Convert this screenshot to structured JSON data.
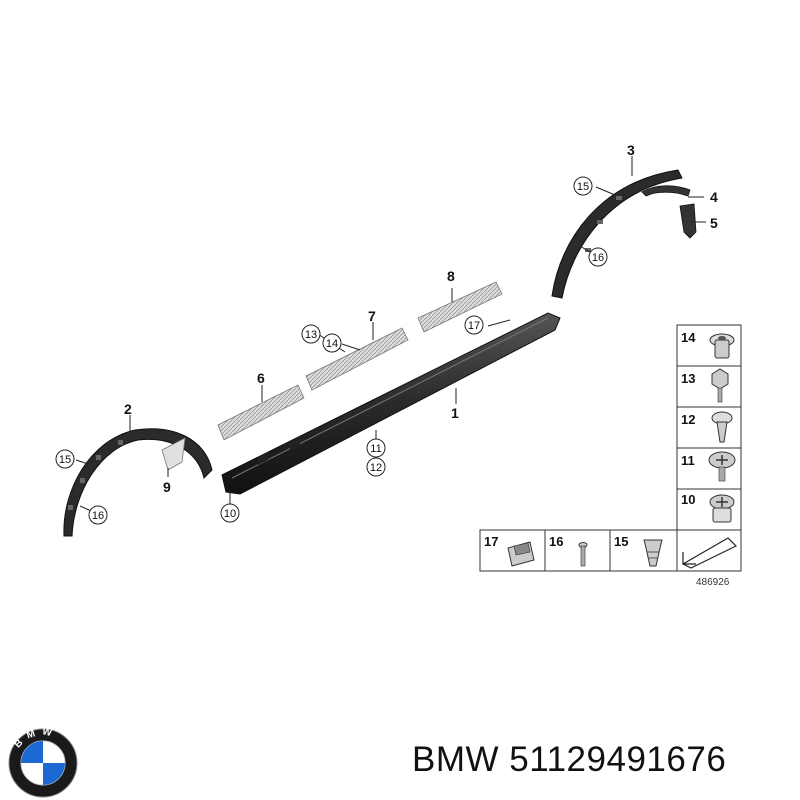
{
  "diagram": {
    "callouts": {
      "c1": "1",
      "c2": "2",
      "c3": "3",
      "c4": "4",
      "c5": "5",
      "c6": "6",
      "c7": "7",
      "c8": "8",
      "c9": "9",
      "c10": "10",
      "c11": "11",
      "c12": "12",
      "c13": "13",
      "c14": "14",
      "c15a": "15",
      "c15b": "15",
      "c16a": "16",
      "c16b": "16",
      "c17": "17"
    },
    "legend_rows": {
      "r14": "14",
      "r13": "13",
      "r12": "12",
      "r11": "11",
      "r10": "10",
      "b17": "17",
      "b16": "16",
      "b15": "15"
    },
    "drawing_number": "486926"
  },
  "brand": {
    "logo_letters": "BMW",
    "caption": "BMW 51129491676",
    "colors": {
      "logo_blue": "#1c69d4",
      "logo_ring": "#1a1a1a",
      "part": "#2b2b2b"
    }
  }
}
